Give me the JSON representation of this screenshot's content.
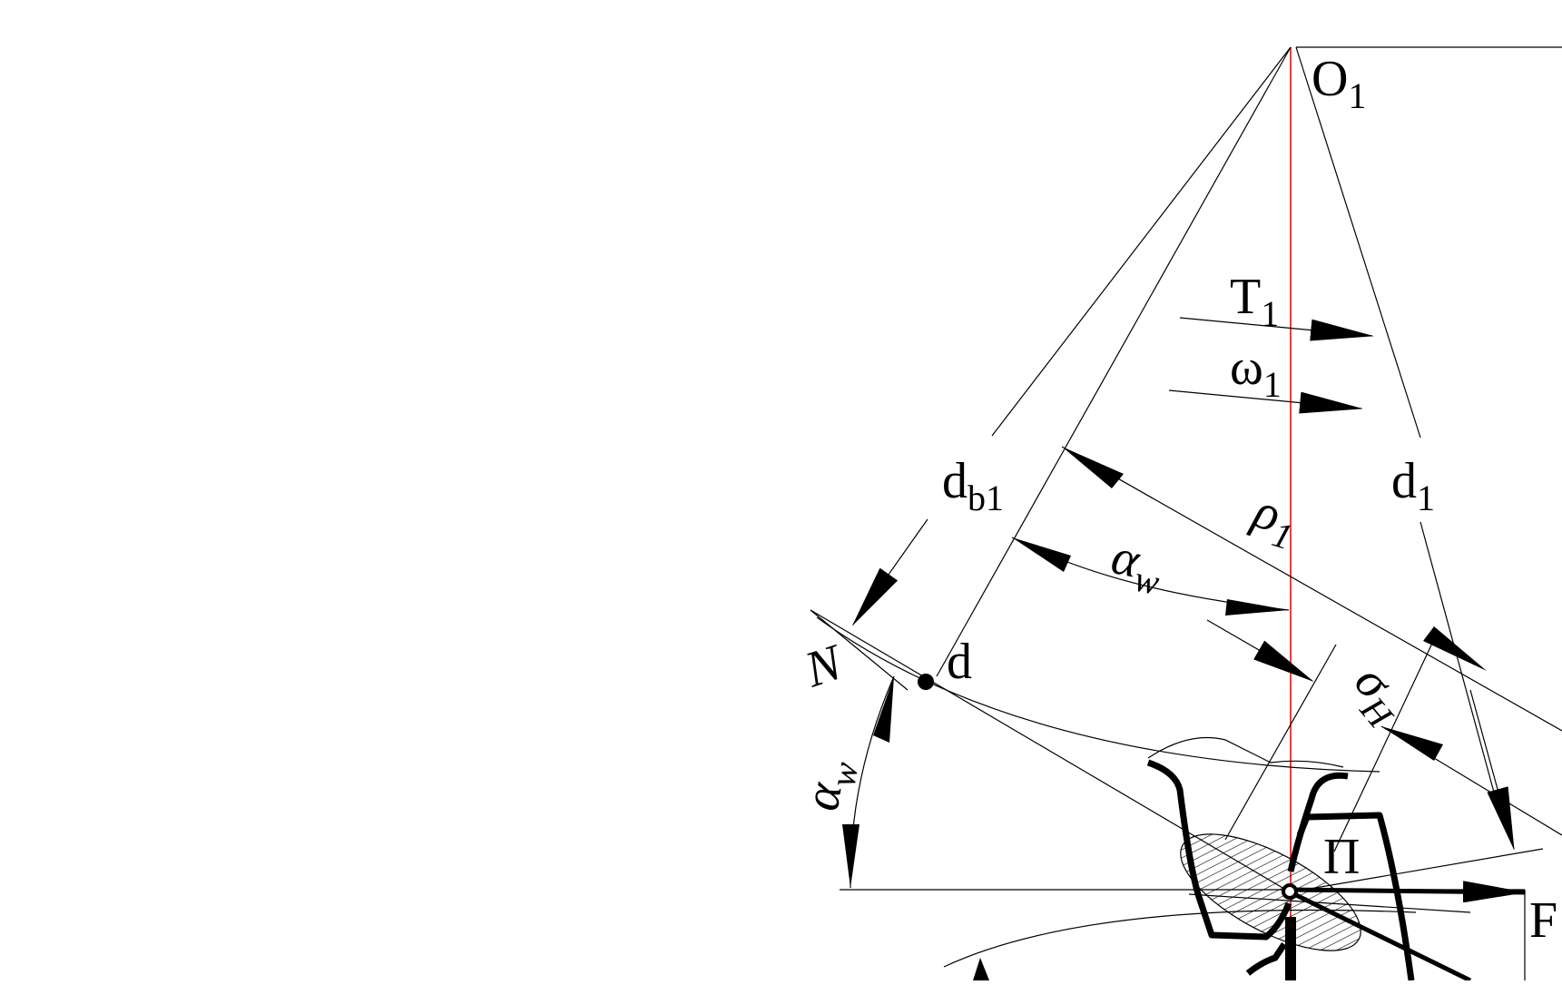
{
  "diagram": {
    "labels": {
      "center": {
        "main": "O",
        "sub": "1"
      },
      "torque": {
        "main": "T",
        "sub": "1"
      },
      "angular_velocity": {
        "main": "ω",
        "sub": "1"
      },
      "base_diameter": {
        "main": "d",
        "sub": "b1"
      },
      "pitch_diameter": {
        "main": "d",
        "sub": "1"
      },
      "radius_of_curvature": {
        "main": "ρ",
        "sub": "1"
      },
      "pressure_angle": {
        "main": "α",
        "sub": "w"
      },
      "pressure_angle_lower": {
        "main": "α",
        "sub": "w"
      },
      "contact_stress": {
        "main": "σ",
        "sub": "H"
      },
      "point_N": "N",
      "point_d": "d",
      "pitch_point": "Π",
      "force": "F"
    },
    "colors": {
      "lines": "#000000",
      "center_axis": "#e00000",
      "background": "#ffffff"
    }
  }
}
